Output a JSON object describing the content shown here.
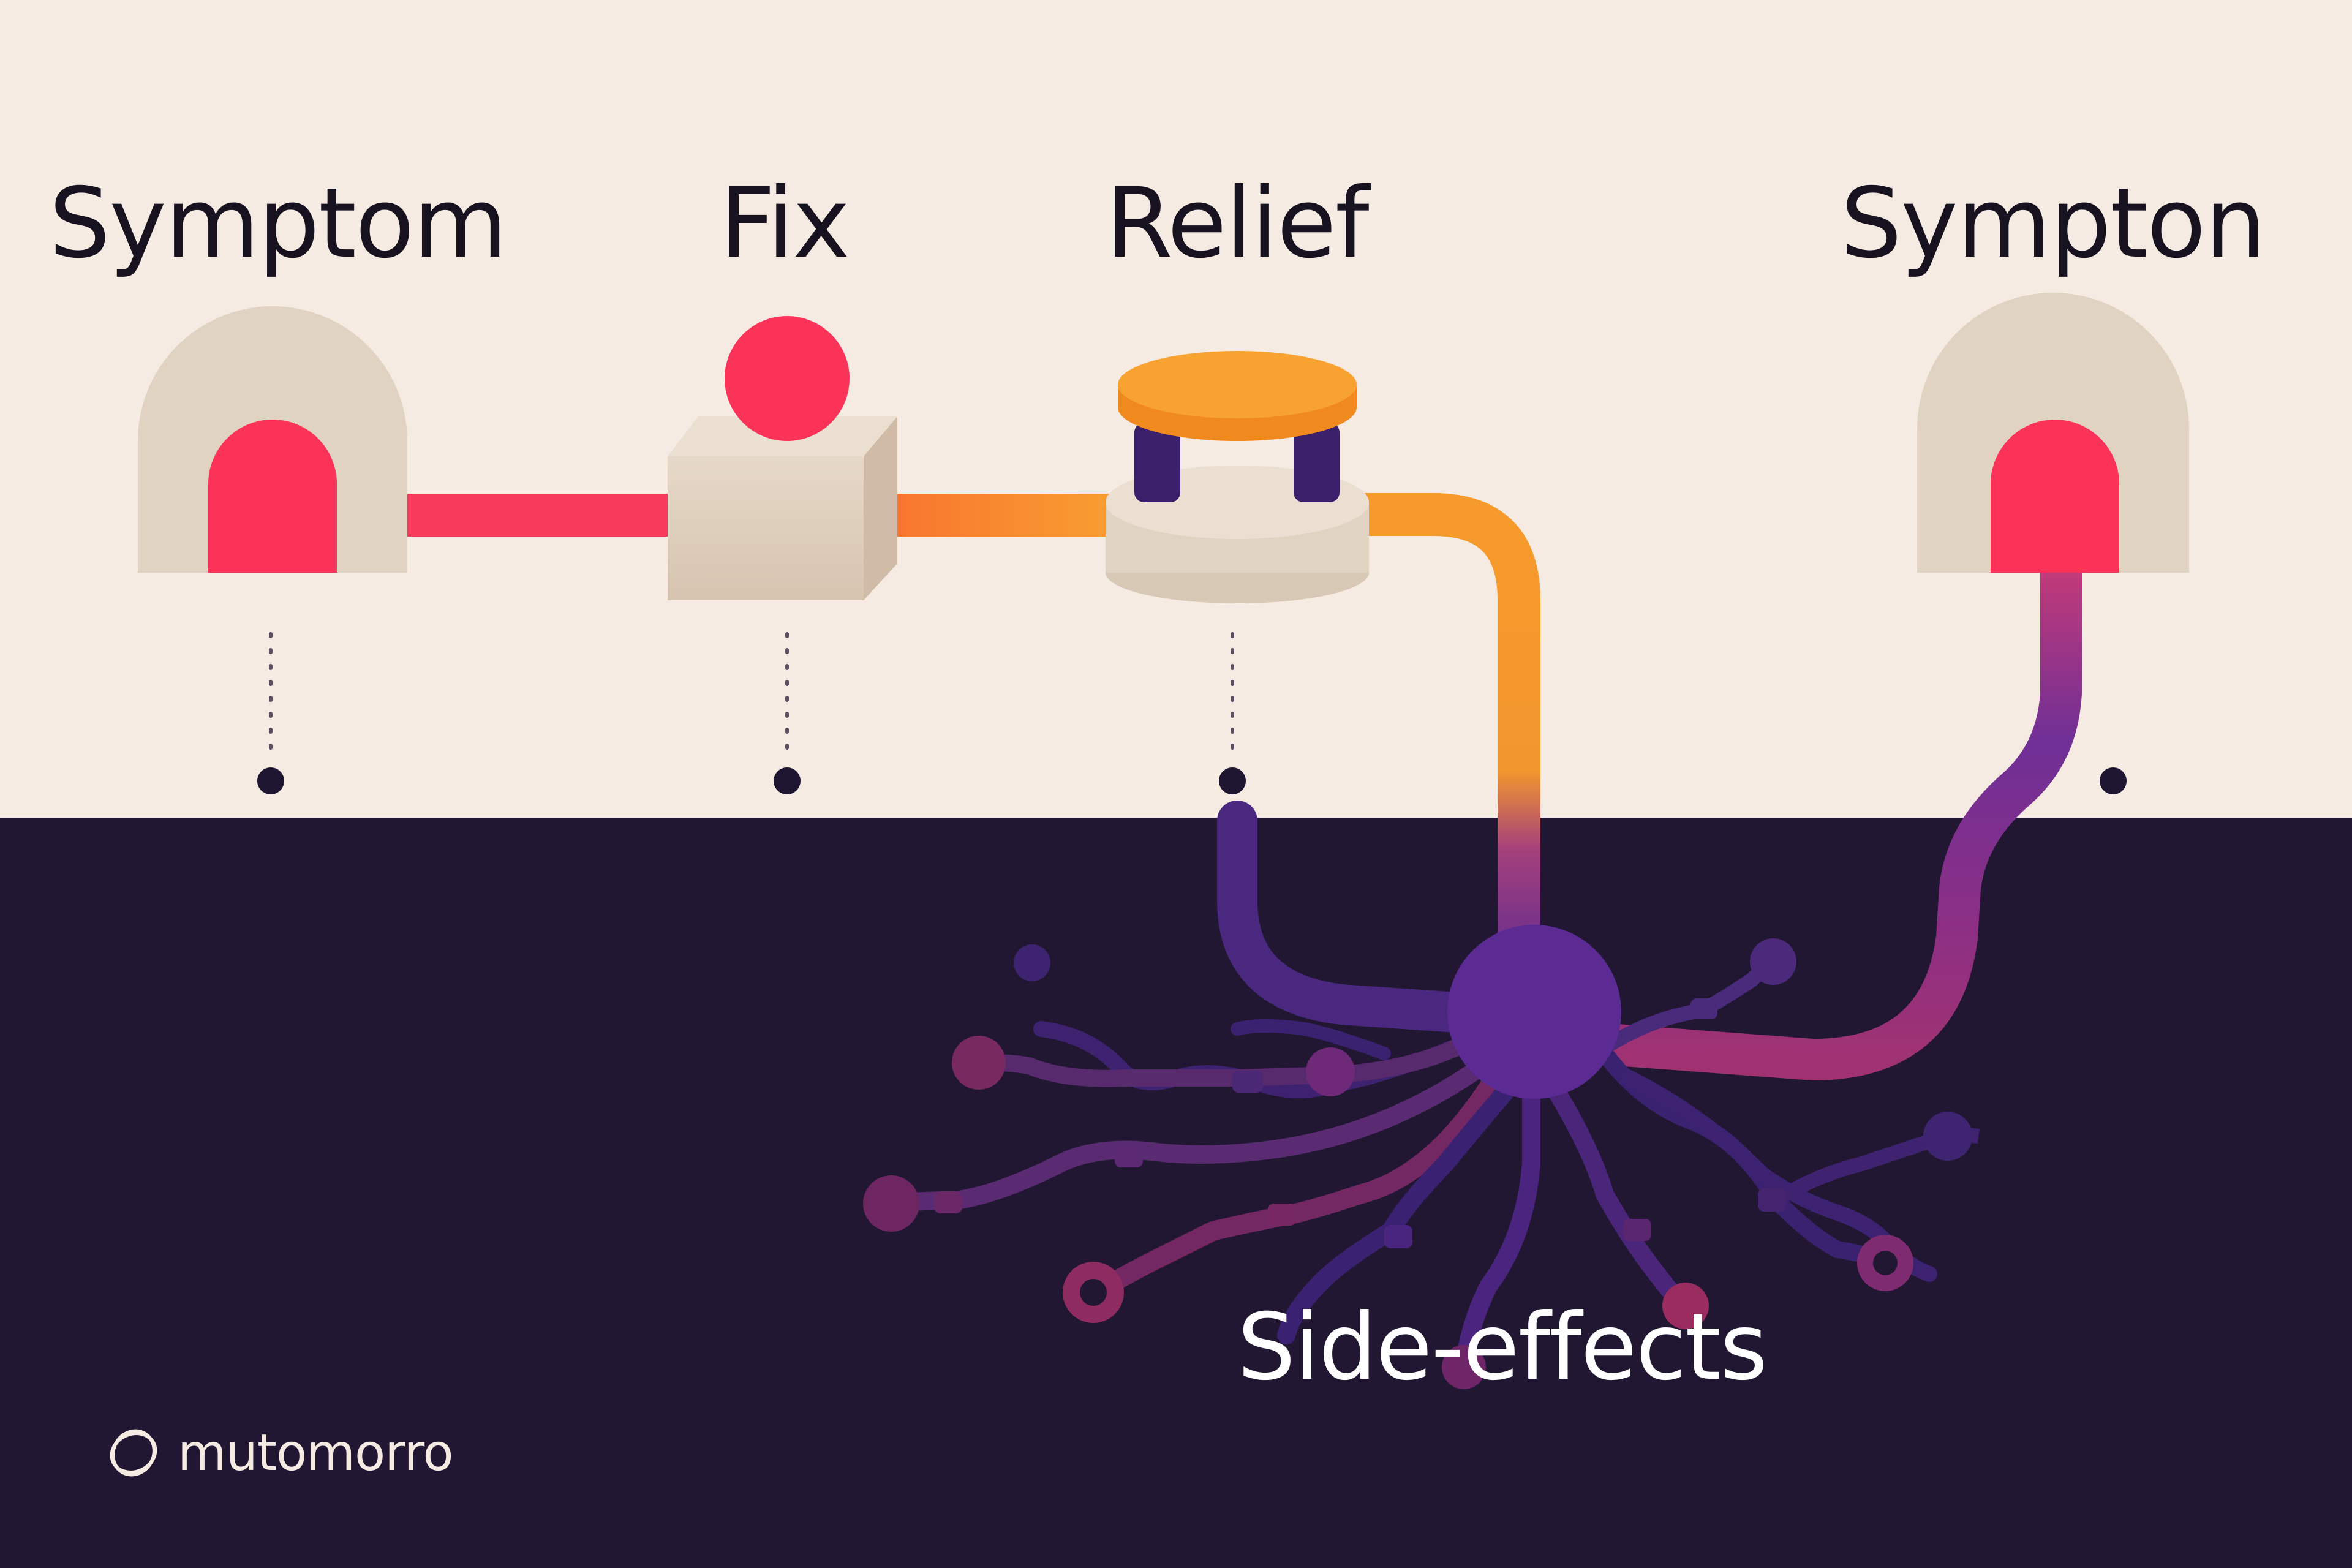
{
  "labels": {
    "symptom": "Symptom",
    "fix": "Fix",
    "relief": "Relief",
    "sympton": "Sympton",
    "side_effects": "Side-effects"
  },
  "brand": {
    "name": "mutomorro",
    "icon": "rings-logo-icon"
  },
  "colors": {
    "background_light": "#f6ebe2",
    "background_dark": "#211733",
    "symptom_red": "#fb3359",
    "relief_orange": "#f7992c",
    "side_effect_purple": "#5b2a93",
    "side_effect_magenta": "#9b2f74",
    "block_beige": "#e1d3c2"
  }
}
